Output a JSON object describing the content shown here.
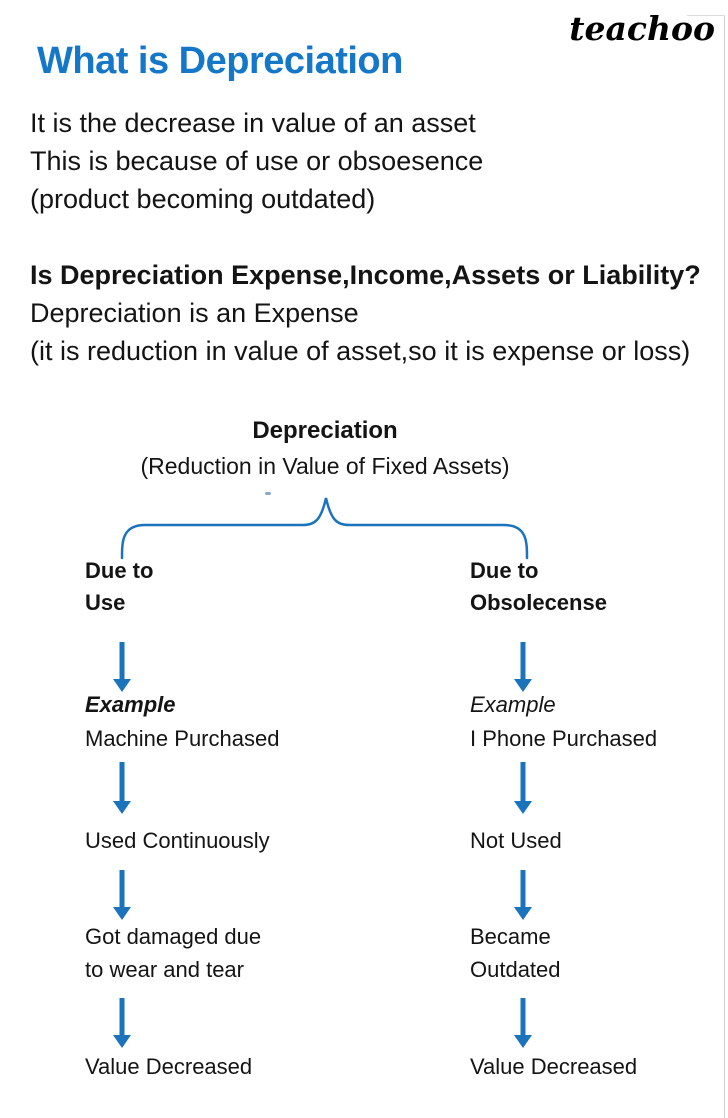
{
  "logo": {
    "text": "teachoo"
  },
  "heading": {
    "text": "What is Depreciation",
    "color": "#1577c8"
  },
  "intro": {
    "line1": "It is the decrease in value of an asset",
    "line2": "This is because of use or obsoesence",
    "line3": "(product becoming outdated)"
  },
  "qa": {
    "question": "Is Depreciation Expense,Income,Assets or Liability?",
    "answer": "Depreciation is an Expense",
    "note": "(it is reduction in value of asset,so it is expense or loss)"
  },
  "diagram": {
    "title": "Depreciation",
    "subtitle": "(Reduction in Value of Fixed Assets)",
    "arrow_color": "#1b74bb",
    "left": {
      "cause_line1": "Due to",
      "cause_line2": "Use",
      "example_label": "Example",
      "example_item": "Machine Purchased",
      "step2": "Used Continuously",
      "step3_line1": "Got damaged due",
      "step3_line2": "to wear and tear",
      "result": "Value Decreased"
    },
    "right": {
      "cause_line1": "Due to",
      "cause_line2": "Obsolecense",
      "example_label": "Example",
      "example_item": "I Phone Purchased",
      "step2": "Not Used",
      "step3_line1": "Became",
      "step3_line2": "Outdated",
      "result": "Value Decreased"
    }
  }
}
